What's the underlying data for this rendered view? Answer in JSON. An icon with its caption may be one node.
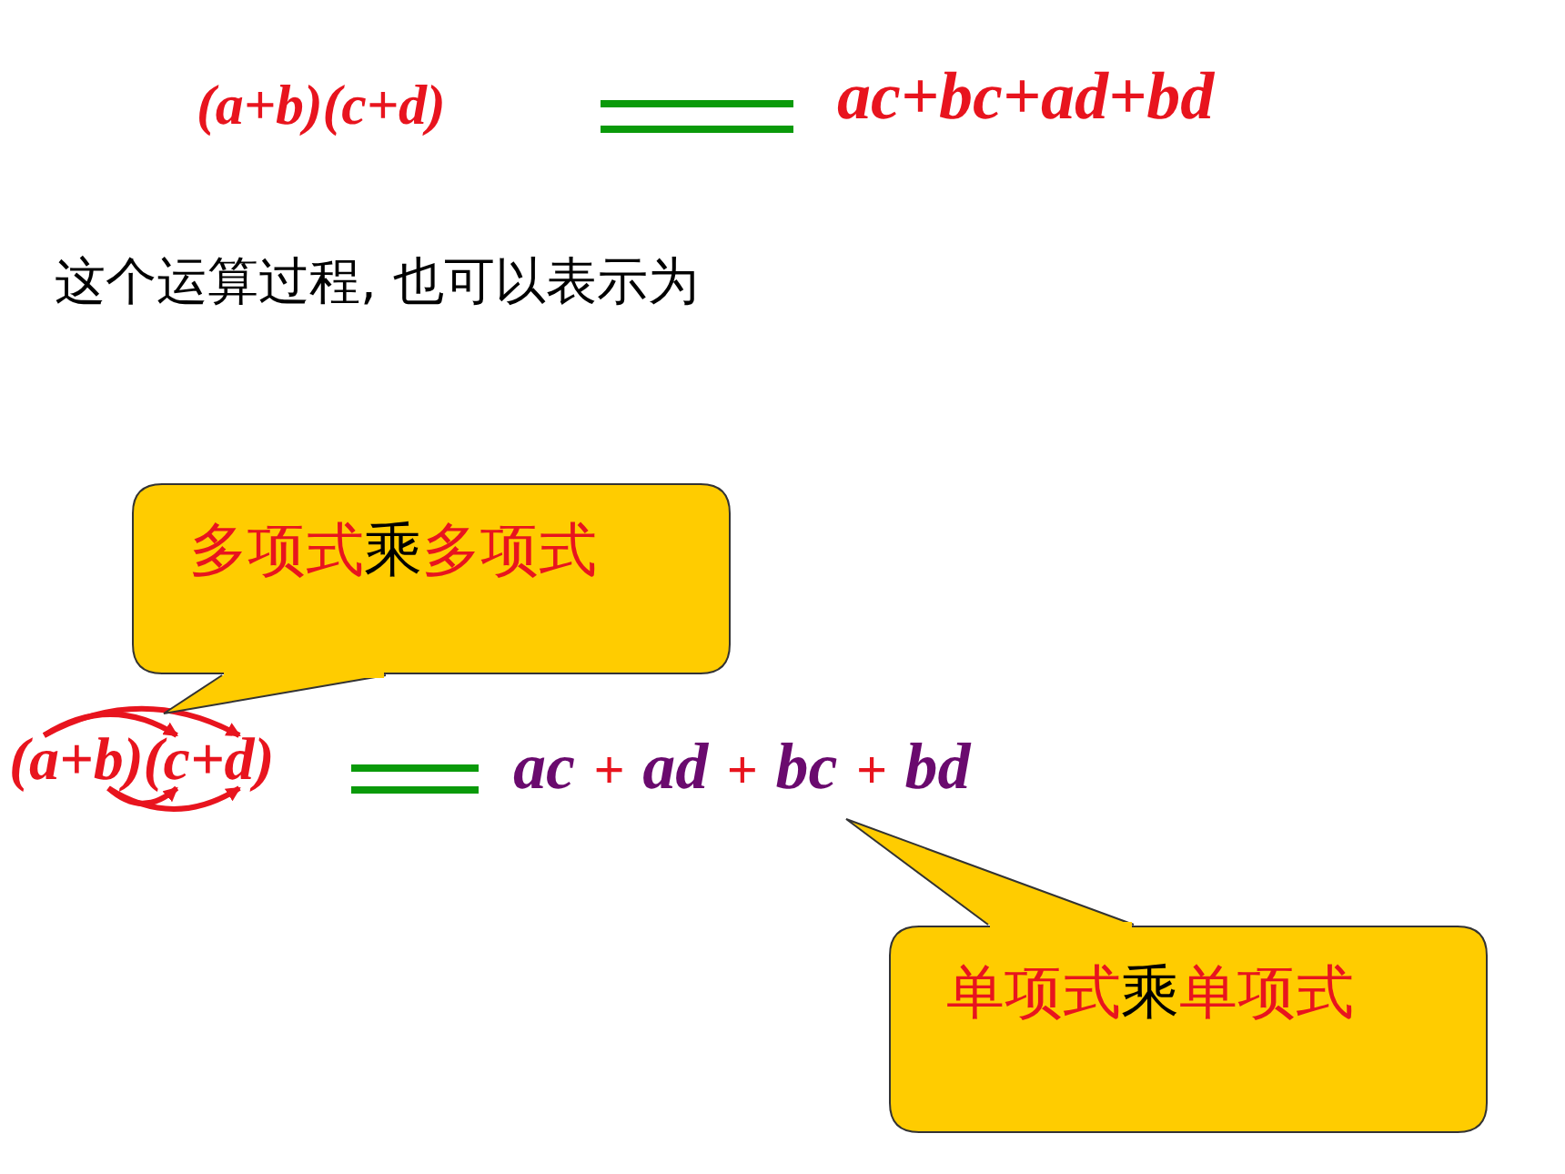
{
  "diagram": {
    "nodes": [
      {
        "text": [
          "多项式乘多项式"
        ]
      },
      {
        "text": [
          "a"
        ]
      },
      {
        "text": [
          "b"
        ]
      },
      {
        "text": [
          "c"
        ]
      },
      {
        "text": [
          "d"
        ]
      },
      {
        "text": [
          "单项式乘单项式"
        ]
      }
    ],
    "edges": [
      {
        "from": 1,
        "to": 3,
        "arrow": "to"
      },
      {
        "from": 1,
        "to": 4,
        "arrow": "to"
      },
      {
        "from": 2,
        "to": 3,
        "arrow": "to"
      },
      {
        "from": 2,
        "to": 4,
        "arrow": "to"
      }
    ],
    "labels": [
      "(a+b)(c+d)",
      "ac+bc+ad+bd",
      "这个运算过程, 也可以表示为",
      "(",
      "+",
      ")(",
      "+",
      ")",
      "ac",
      "+",
      "ad",
      "+",
      "bc",
      "+",
      "bd"
    ]
  }
}
